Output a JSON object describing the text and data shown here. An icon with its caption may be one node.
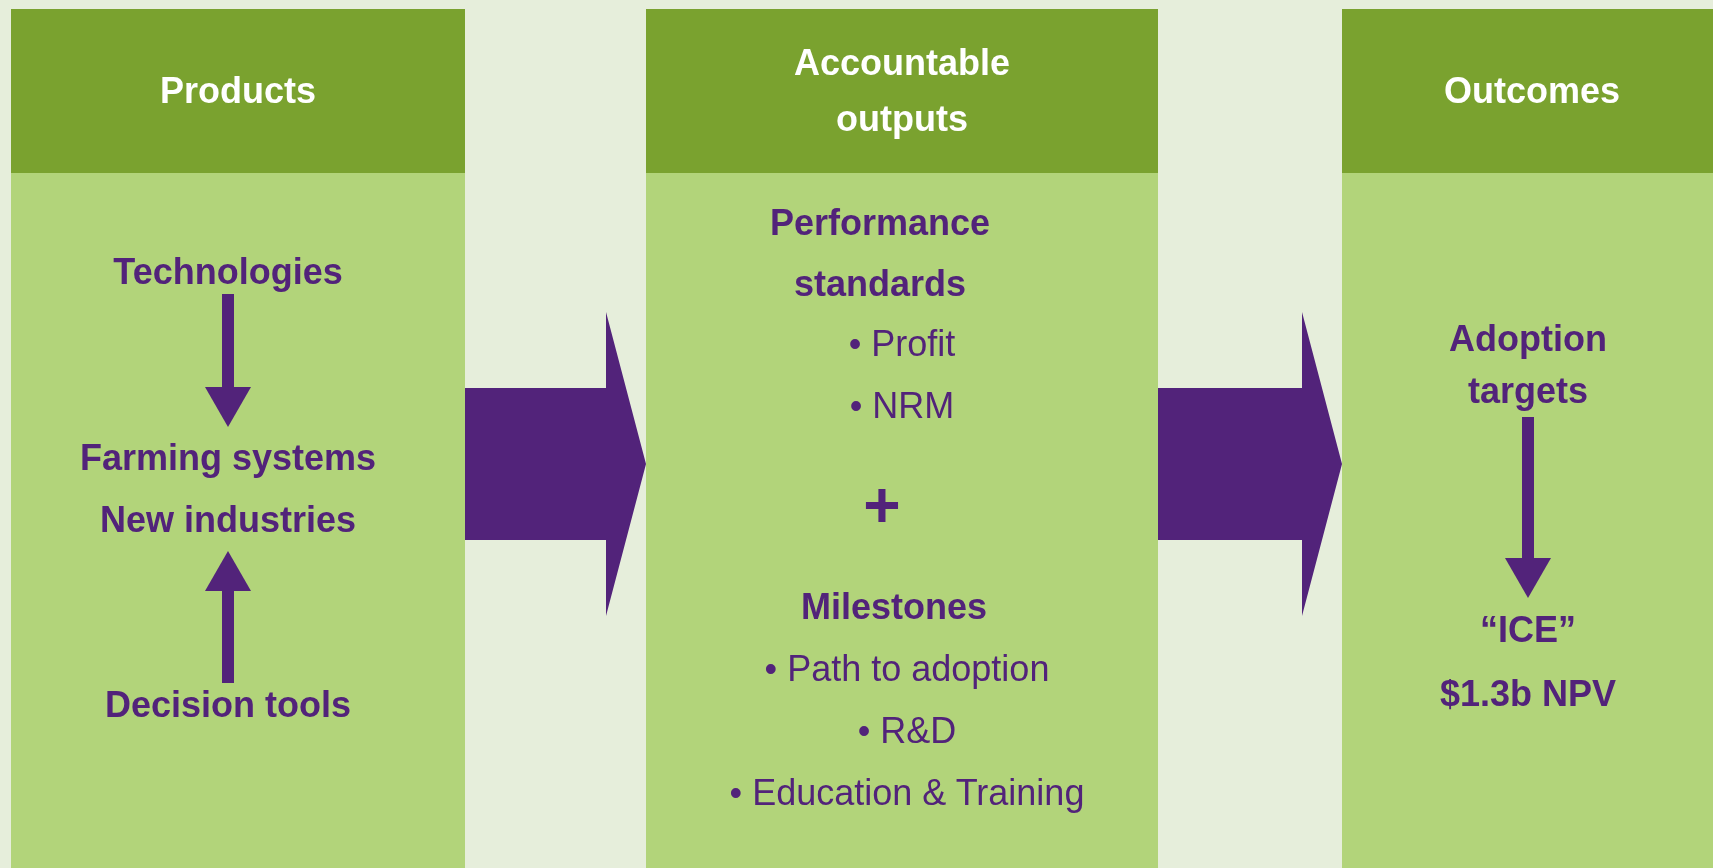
{
  "diagram": {
    "nodes": [
      {
        "text": [
          "Products"
        ]
      },
      {
        "text": [
          "Technologies"
        ],
        "in": 0
      },
      {
        "text": [
          "Farming systems",
          "New industries"
        ],
        "in": 0
      },
      {
        "text": [
          "Decision tools"
        ],
        "in": 0
      },
      {
        "text": [
          "Accountable outputs",
          "Performance standards",
          "• Profit",
          "• NRM",
          "+",
          "Milestones",
          "• Path to adoption",
          "• R&D",
          "• Education & Training"
        ]
      },
      {
        "text": [
          "Outcomes"
        ]
      },
      {
        "text": [
          "Adoption targets"
        ],
        "in": 5
      },
      {
        "text": [
          "“ICE”",
          "$1.3b NPV"
        ],
        "in": 5
      }
    ],
    "edges": [
      {
        "from": 1,
        "to": 2,
        "arrow": "to"
      },
      {
        "from": 3,
        "to": 2,
        "arrow": "to"
      },
      {
        "from": 0,
        "to": 4,
        "arrow": "to",
        "style": "thick"
      },
      {
        "from": 4,
        "to": 5,
        "arrow": "to",
        "style": "thick"
      },
      {
        "from": 6,
        "to": 7,
        "arrow": "to"
      }
    ]
  }
}
